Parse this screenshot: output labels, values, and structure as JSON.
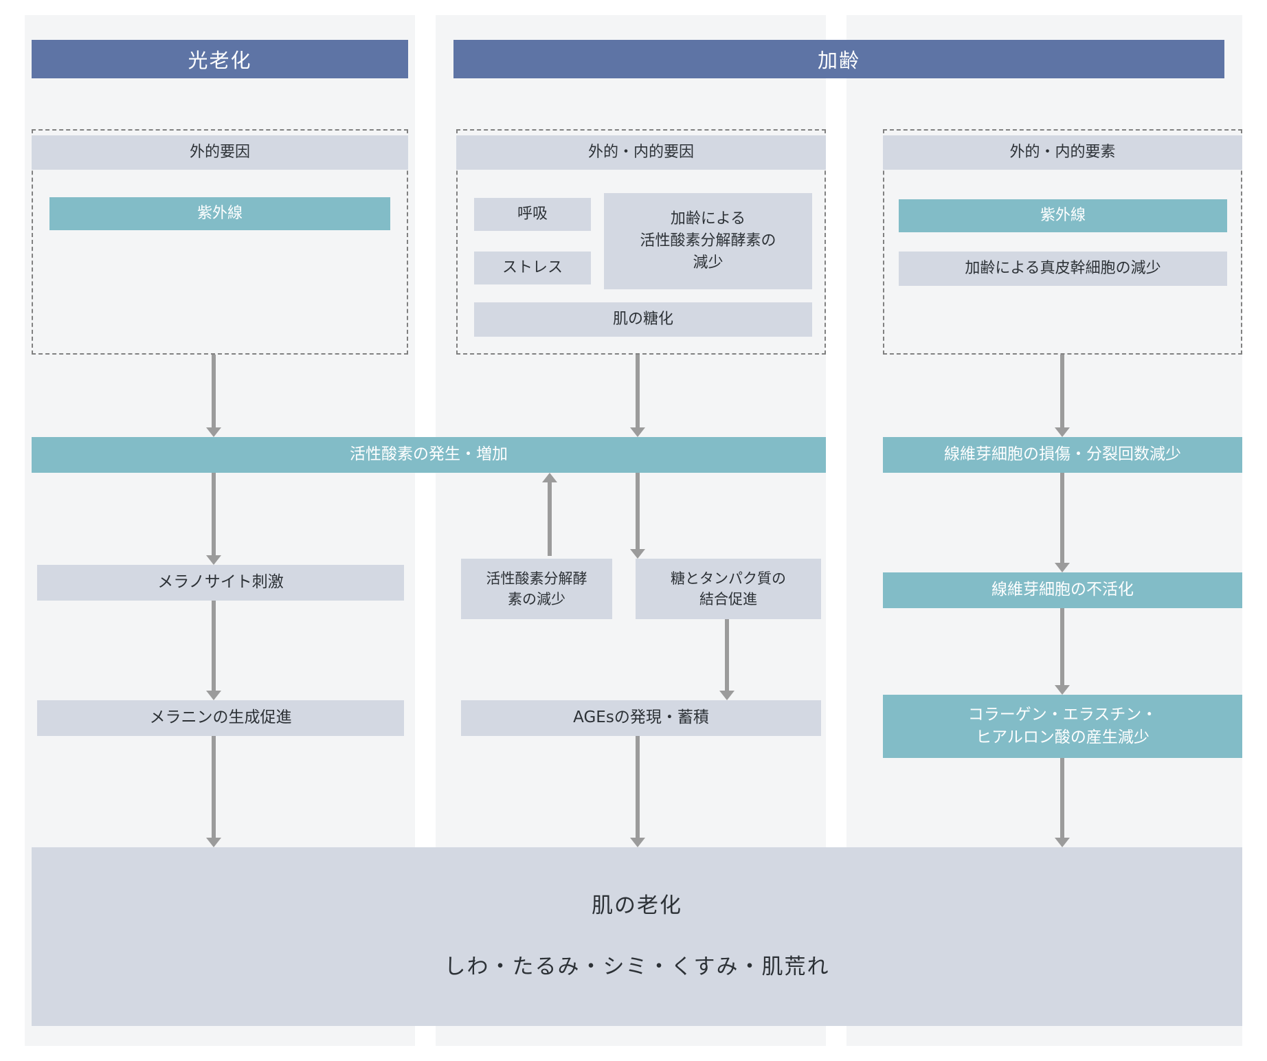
{
  "diagram": {
    "columns": [
      {
        "header": "光老化",
        "factor_group_label": "外的要因",
        "factors": [
          "紫外線"
        ]
      },
      {
        "header": "加齢",
        "factor_group_label": "外的・内的要因",
        "factors": [
          "呼吸",
          "ストレス",
          "加齢による\n活性酸素分解酵素の\n減少",
          "肌の糖化"
        ]
      },
      {
        "header": "",
        "factor_group_label": "外的・内的要素",
        "factors": [
          "紫外線",
          "加齢による真皮幹細胞の減少"
        ]
      }
    ],
    "left": {
      "group_label": "外的要因",
      "uv": "紫外線",
      "melanocyte": "メラノサイト刺激",
      "melanin": "メラニンの生成促進"
    },
    "middle": {
      "group_label": "外的・内的要因",
      "respiration": "呼吸",
      "stress": "ストレス",
      "sod_decrease_aging_l1": "加齢による",
      "sod_decrease_aging_l2": "活性酸素分解酵素の",
      "sod_decrease_aging_l3": "減少",
      "glycation": "肌の糖化",
      "sod_decrease_l1": "活性酸素分解酵",
      "sod_decrease_l2": "素の減少",
      "sugar_protein_l1": "糖とタンパク質の",
      "sugar_protein_l2": "結合促進",
      "ages": "AGEsの発現・蓄積"
    },
    "right": {
      "group_label": "外的・内的要素",
      "uv": "紫外線",
      "dermal_stem_cell": "加齢による真皮幹細胞の減少",
      "fibroblast_damage": "線維芽細胞の損傷・分裂回数減少",
      "fibroblast_inactive": "線維芽細胞の不活化",
      "collagen_l1": "コラーゲン・エラスチン・",
      "collagen_l2": "ヒアルロン酸の産生減少"
    },
    "ros_bar": "活性酸素の発生・増加",
    "result": {
      "title": "肌の老化",
      "subtitle": "しわ・たるみ・シミ・くすみ・肌荒れ"
    },
    "headers": {
      "photoaging": "光老化",
      "aging": "加齢"
    },
    "colors": {
      "header_blue": "#5e74a5",
      "teal": "#82bcc7",
      "box_gray": "#d3d8e2",
      "panel_bg": "#f4f5f6",
      "arrow_gray": "#9b9b9b",
      "text_dark": "#2c3136"
    }
  }
}
